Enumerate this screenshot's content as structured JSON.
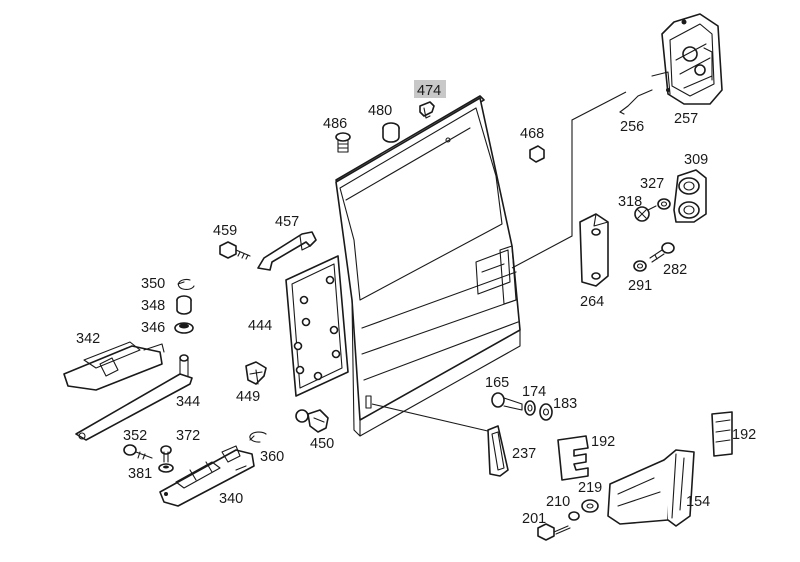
{
  "diagram": {
    "highlight_color": "#c8c8c8",
    "line_color": "#1a1a1a",
    "highlighted_part": "474",
    "callouts": [
      {
        "id": "c474",
        "label": "474"
      },
      {
        "id": "c480",
        "label": "480"
      },
      {
        "id": "c486",
        "label": "486"
      },
      {
        "id": "c468",
        "label": "468"
      },
      {
        "id": "c256",
        "label": "256"
      },
      {
        "id": "c257",
        "label": "257"
      },
      {
        "id": "c309",
        "label": "309"
      },
      {
        "id": "c327",
        "label": "327"
      },
      {
        "id": "c318",
        "label": "318"
      },
      {
        "id": "c282",
        "label": "282"
      },
      {
        "id": "c291",
        "label": "291"
      },
      {
        "id": "c264",
        "label": "264"
      },
      {
        "id": "c459",
        "label": "459"
      },
      {
        "id": "c457",
        "label": "457"
      },
      {
        "id": "c350",
        "label": "350"
      },
      {
        "id": "c348",
        "label": "348"
      },
      {
        "id": "c346",
        "label": "346"
      },
      {
        "id": "c342",
        "label": "342"
      },
      {
        "id": "c444",
        "label": "444"
      },
      {
        "id": "c449",
        "label": "449"
      },
      {
        "id": "c344",
        "label": "344"
      },
      {
        "id": "c450",
        "label": "450"
      },
      {
        "id": "c352",
        "label": "352"
      },
      {
        "id": "c372",
        "label": "372"
      },
      {
        "id": "c381",
        "label": "381"
      },
      {
        "id": "c360",
        "label": "360"
      },
      {
        "id": "c340",
        "label": "340"
      },
      {
        "id": "c165",
        "label": "165"
      },
      {
        "id": "c174",
        "label": "174"
      },
      {
        "id": "c183",
        "label": "183"
      },
      {
        "id": "c237",
        "label": "237"
      },
      {
        "id": "c192a",
        "label": "192"
      },
      {
        "id": "c192b",
        "label": "192"
      },
      {
        "id": "c219",
        "label": "219"
      },
      {
        "id": "c210",
        "label": "210"
      },
      {
        "id": "c201",
        "label": "201"
      },
      {
        "id": "c154",
        "label": "154"
      }
    ]
  }
}
